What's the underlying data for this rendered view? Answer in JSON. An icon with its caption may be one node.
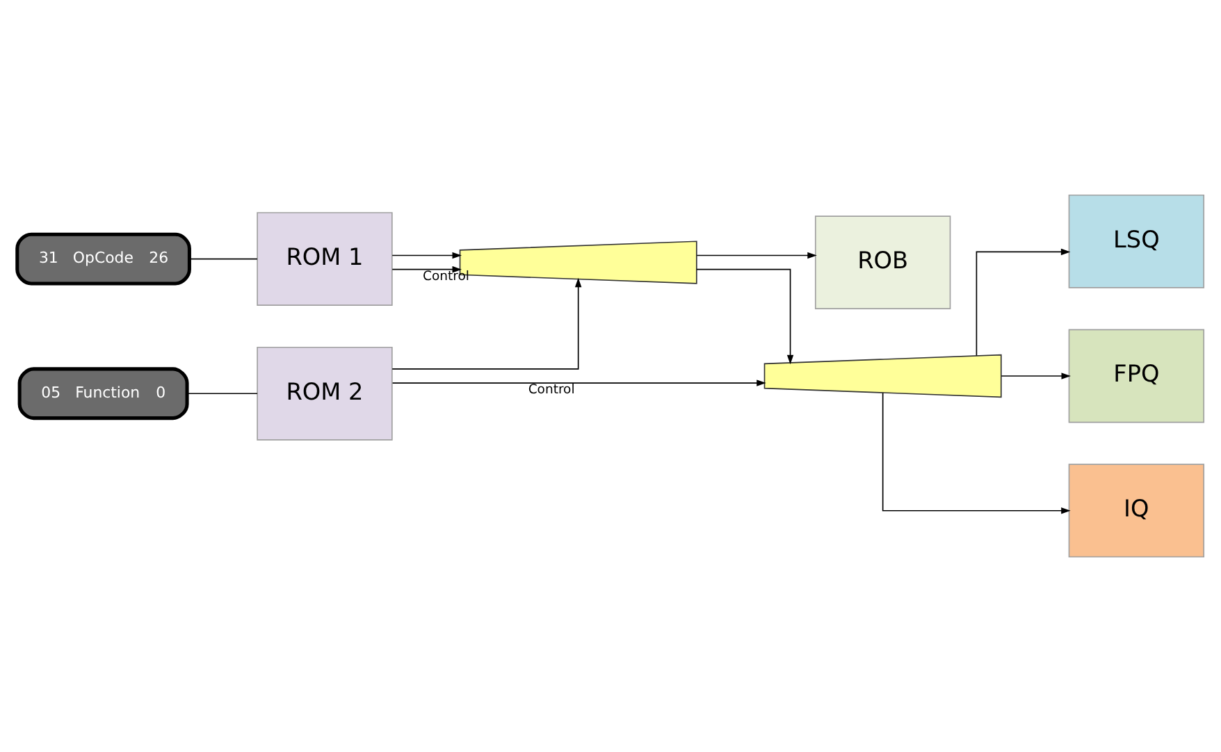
{
  "diagram": {
    "nodes": [
      {
        "text": [
          "31",
          "OpCode",
          "26"
        ]
      },
      {
        "text": [
          "05",
          "Function",
          "0"
        ]
      },
      {
        "text": [
          "ROM 1"
        ]
      },
      {
        "text": [
          "ROM 2"
        ]
      },
      {
        "text": [],
        "shape": "trapezoid"
      },
      {
        "text": [
          "ROB"
        ]
      },
      {
        "text": [],
        "shape": "trapezoid"
      },
      {
        "text": [
          "LSQ"
        ]
      },
      {
        "text": [
          "FPQ"
        ]
      },
      {
        "text": [
          "IQ"
        ]
      }
    ],
    "edges": [
      {
        "from": 0,
        "to": 2,
        "arrow": "none"
      },
      {
        "from": 1,
        "to": 3,
        "arrow": "none"
      },
      {
        "from": 2,
        "to": 4,
        "arrow": "to",
        "label": "Control"
      },
      {
        "from": 2,
        "to": 4,
        "arrow": "to"
      },
      {
        "from": 3,
        "to": 4,
        "arrow": "to"
      },
      {
        "from": 4,
        "to": 5,
        "arrow": "to"
      },
      {
        "from": 4,
        "to": 6,
        "arrow": "to"
      },
      {
        "from": 3,
        "to": 6,
        "arrow": "to",
        "label": "Control"
      },
      {
        "from": 6,
        "to": 7,
        "arrow": "to"
      },
      {
        "from": 6,
        "to": 8,
        "arrow": "to"
      },
      {
        "from": 6,
        "to": 9,
        "arrow": "to"
      }
    ]
  }
}
